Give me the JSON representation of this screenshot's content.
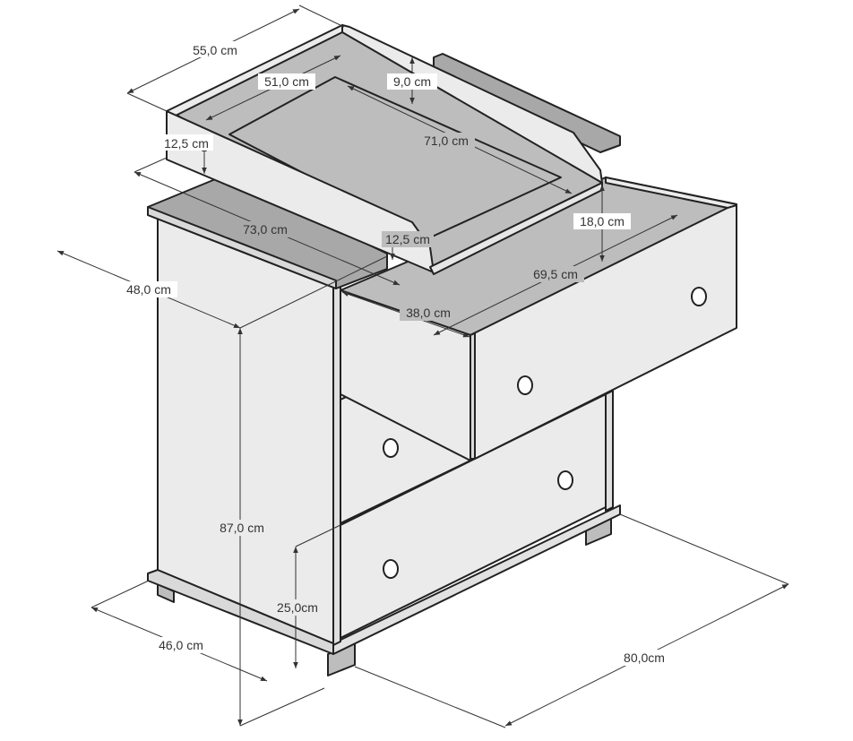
{
  "colors": {
    "panel_light": "#ebebeb",
    "panel_mid": "#d9d9d9",
    "panel_dark": "#a8a8a8",
    "mat": "#bdbdbd",
    "outline": "#222222",
    "dimension": "#333333"
  },
  "dimensions": {
    "top_depth": "55,0 cm",
    "inner_depth": "51,0 cm",
    "rail_height": "9,0 cm",
    "inner_length": "71,0 cm",
    "side_offset_back": "12,5 cm",
    "top_length": "73,0 cm",
    "side_offset_front": "12,5 cm",
    "drawer_height": "18,0 cm",
    "drawer_depth": "48,0 cm",
    "drawer_inner_length": "69,5 cm",
    "drawer_inner_depth": "38,0 cm",
    "total_height": "87,0 cm",
    "lower_drawer_height": "25,0cm",
    "body_depth": "46,0 cm",
    "total_width": "80,0cm"
  }
}
